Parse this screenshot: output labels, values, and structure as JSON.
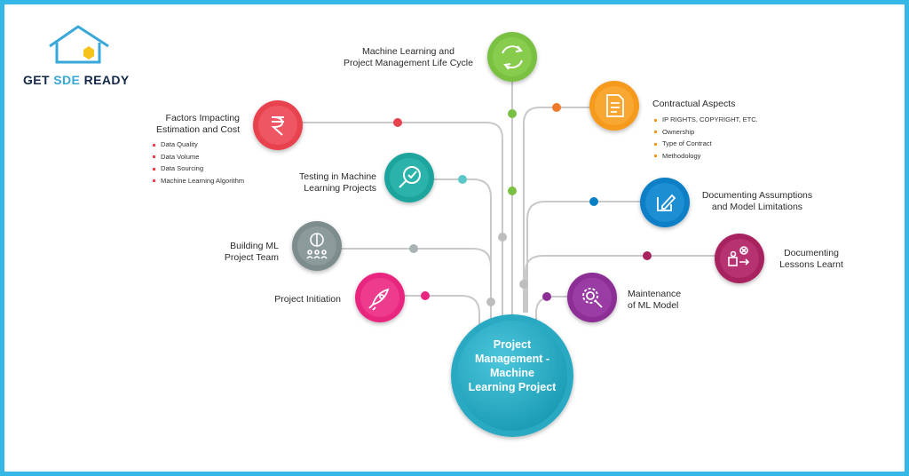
{
  "brand": {
    "part1": "GET ",
    "part2": "SDE",
    "part3": " READY"
  },
  "center": {
    "line1": "Project",
    "line2": "Management -",
    "line3": "Machine",
    "line4": "Learning Project"
  },
  "nodes": {
    "lifecycle": {
      "line1": "Machine Learning and",
      "line2": "Project Management Life Cycle",
      "color": "#7ac143",
      "icon": "cycle-arrows-icon"
    },
    "factors": {
      "line1": "Factors Impacting",
      "line2": "Estimation and Cost",
      "color": "#e8434f",
      "icon": "rupee-icon",
      "bullets": [
        "Data Quality",
        "Data Volume",
        "Data Sourcing",
        "Machine Learning Algorithm"
      ]
    },
    "testing": {
      "line1": "Testing in Machine",
      "line2": "Learning Projects",
      "color": "#1aa59d",
      "icon": "magnifier-check-icon"
    },
    "team": {
      "line1": "Building ML",
      "line2": "Project Team",
      "color": "#7d8c8c",
      "icon": "team-brain-icon"
    },
    "initiation": {
      "line1": "Project Initiation",
      "color": "#e9257f",
      "icon": "rocket-icon"
    },
    "contractual": {
      "line1": "Contractual Aspects",
      "color": "#f59a1b",
      "icon": "document-icon",
      "bullets": [
        "IP RIGHTS, COPYRIGHT, ETC.",
        "Ownership",
        "Type of Contract",
        "Methodology"
      ]
    },
    "assumptions": {
      "line1": "Documenting Assumptions",
      "line2": "and Model Limitations",
      "color": "#0b7fc6",
      "icon": "edit-note-icon"
    },
    "lessons": {
      "line1": "Documenting",
      "line2": "Lessons Learnt",
      "color": "#a8215f",
      "icon": "lessons-icon"
    },
    "maintenance": {
      "line1": "Maintenance",
      "line2": "of ML Model",
      "color": "#8c2e96",
      "icon": "gear-tools-icon"
    }
  }
}
